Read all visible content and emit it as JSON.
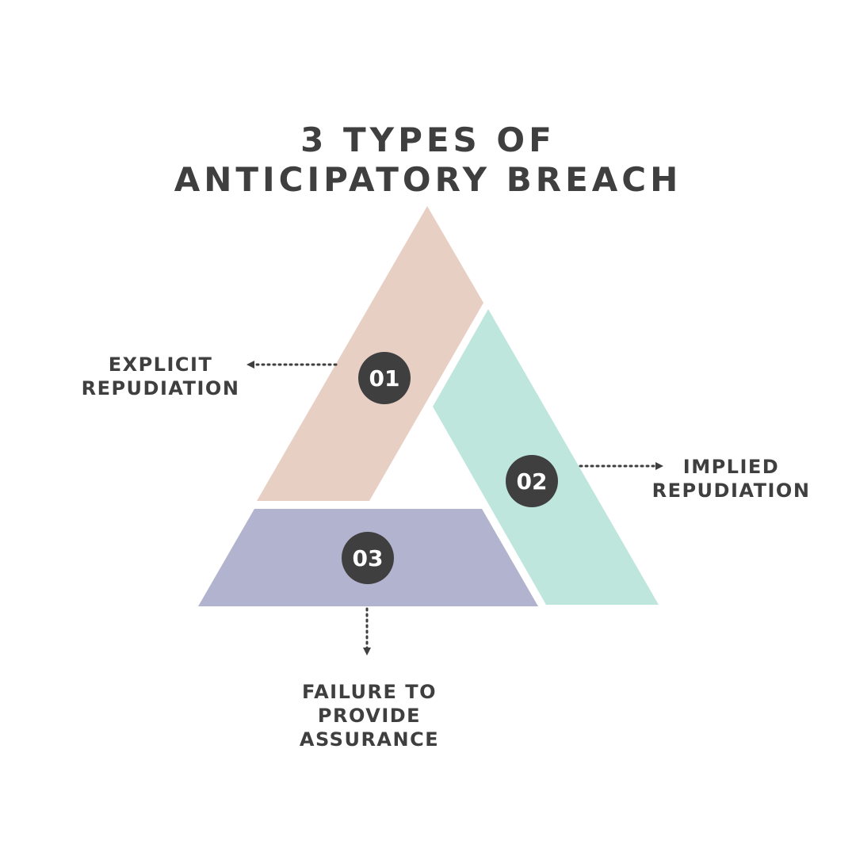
{
  "title": {
    "line1": "3 TYPES OF",
    "line2": "ANTICIPATORY BREACH"
  },
  "segments": [
    {
      "number": "01",
      "label_line1": "EXPLICIT",
      "label_line2": "REPUDIATION",
      "color": "#e8cfc4"
    },
    {
      "number": "02",
      "label_line1": "IMPLIED",
      "label_line2": "REPUDIATION",
      "color": "#bfe6dd"
    },
    {
      "number": "03",
      "label_line1": "FAILURE TO",
      "label_line2": "PROVIDE",
      "label_line3": "ASSURANCE",
      "color": "#b2b3cf"
    }
  ],
  "colors": {
    "text": "#3f3f3f",
    "badge": "#3f3f3f",
    "background": "#ffffff"
  }
}
